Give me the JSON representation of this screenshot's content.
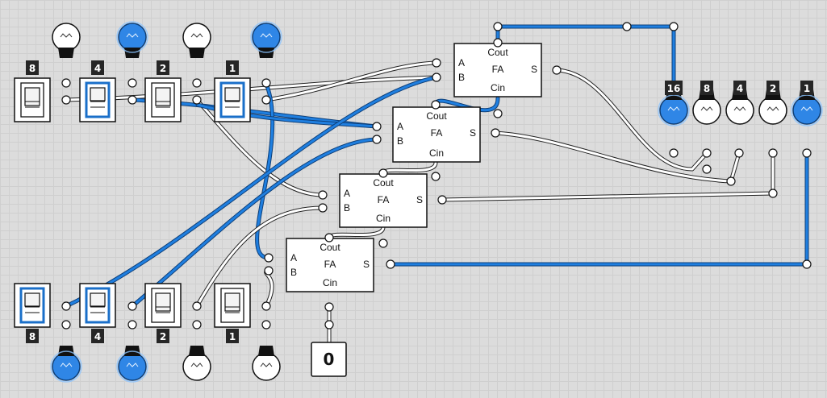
{
  "input_a": {
    "switches": [
      {
        "label": "8",
        "on": false,
        "bulb_on": false
      },
      {
        "label": "4",
        "on": true,
        "bulb_on": true
      },
      {
        "label": "2",
        "on": false,
        "bulb_on": false
      },
      {
        "label": "1",
        "on": true,
        "bulb_on": true
      }
    ]
  },
  "input_b": {
    "switches": [
      {
        "label": "8",
        "on": true,
        "bulb_on": true
      },
      {
        "label": "4",
        "on": true,
        "bulb_on": true
      },
      {
        "label": "2",
        "on": false,
        "bulb_on": false
      },
      {
        "label": "1",
        "on": false,
        "bulb_on": false
      }
    ]
  },
  "output": {
    "bulbs": [
      {
        "label": "16",
        "on": true
      },
      {
        "label": "8",
        "on": false
      },
      {
        "label": "4",
        "on": false
      },
      {
        "label": "2",
        "on": false
      },
      {
        "label": "1",
        "on": true
      }
    ]
  },
  "full_adders": [
    {
      "title": "FA",
      "cout": "Cout",
      "cin": "Cin",
      "a": "A",
      "b": "B",
      "s": "S"
    },
    {
      "title": "FA",
      "cout": "Cout",
      "cin": "Cin",
      "a": "A",
      "b": "B",
      "s": "S"
    },
    {
      "title": "FA",
      "cout": "Cout",
      "cin": "Cin",
      "a": "A",
      "b": "B",
      "s": "S"
    },
    {
      "title": "FA",
      "cout": "Cout",
      "cin": "Cin",
      "a": "A",
      "b": "B",
      "s": "S"
    }
  ],
  "carry_in_constant": {
    "label": "0"
  },
  "colors": {
    "active_wire": "#1f7fe0",
    "inactive_wire": "#ffffff",
    "background": "#dcdcdc"
  }
}
